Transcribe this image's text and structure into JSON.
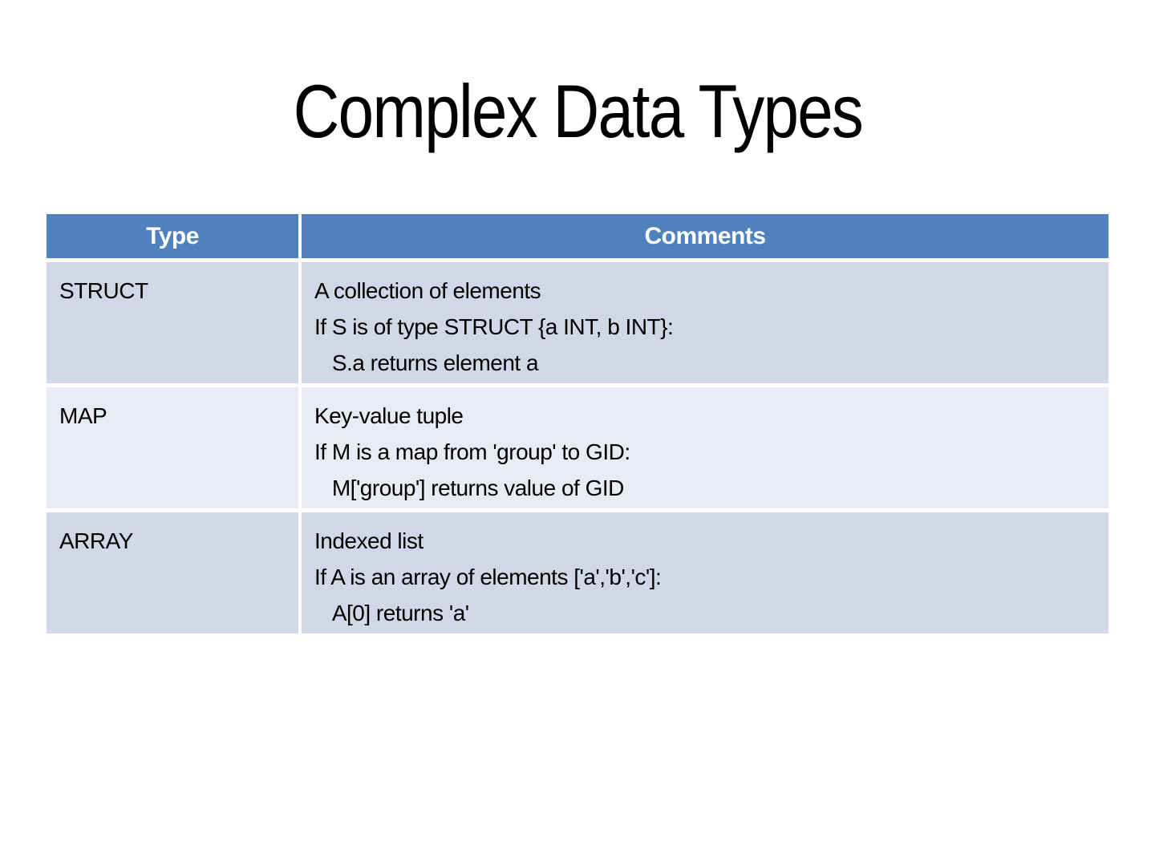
{
  "slide": {
    "title": "Complex Data Types"
  },
  "table": {
    "columns": [
      {
        "label": "Type"
      },
      {
        "label": "Comments"
      }
    ],
    "rows": [
      {
        "type": "STRUCT",
        "comments": "A collection of elements\nIf S is of type STRUCT {a INT, b INT}:\n   S.a returns element a"
      },
      {
        "type": "MAP",
        "comments": "Key-value tuple\nIf M is a map from 'group' to GID:\n   M['group'] returns value of GID"
      },
      {
        "type": "ARRAY",
        "comments": "Indexed list\nIf A is an array of elements ['a','b','c']:\n   A[0] returns 'a'"
      }
    ]
  },
  "colors": {
    "bg": "#ffffff",
    "header-bg": "#4E81BD",
    "header-text": "#ffffff",
    "band-dark": "#D0D8E8",
    "band-light": "#E9EBF4",
    "body-text": "#000000"
  }
}
